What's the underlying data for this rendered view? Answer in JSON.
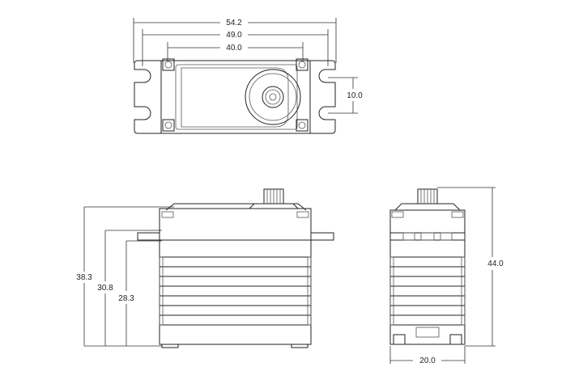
{
  "top_view": {
    "dims": {
      "overall_width": "54.2",
      "hole_spacing": "49.0",
      "body_width": "40.0",
      "hole_pitch": "10.0"
    }
  },
  "side_view": {
    "dims": {
      "total_height": "38.3",
      "flange_top_height": "30.8",
      "flange_bottom_height": "28.3"
    }
  },
  "end_view": {
    "dims": {
      "overall_height": "44.0",
      "depth": "20.0"
    }
  }
}
